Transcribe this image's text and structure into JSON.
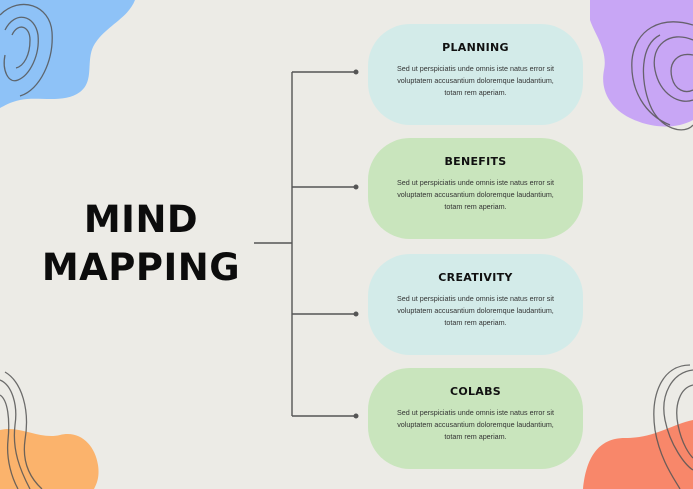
{
  "diagram": {
    "title_line1": "MIND",
    "title_line2": "MAPPING",
    "nodes": [
      {
        "title": "PLANNING",
        "text": "Sed ut perspiciatis unde omnis iste natus error sit voluptatem accusantium doloremque laudantium, totam rem aperiam.",
        "color": "#d3ebe9"
      },
      {
        "title": "BENEFITS",
        "text": "Sed ut perspiciatis unde omnis iste natus error sit voluptatem accusantium doloremque laudantium, totam rem aperiam.",
        "color": "#c9e5bd"
      },
      {
        "title": "CREATIVITY",
        "text": "Sed ut perspiciatis unde omnis iste natus error sit voluptatem accusantium doloremque laudantium, totam rem aperiam.",
        "color": "#d3ebe9"
      },
      {
        "title": "COLABS",
        "text": "Sed ut perspiciatis unde omnis iste natus error sit voluptatem accusantium doloremque laudantium, totam rem aperiam.",
        "color": "#c9e5bd"
      }
    ]
  },
  "decor": {
    "blob_top_left": "#8ec2f7",
    "blob_top_right": "#c8a6f5",
    "blob_bottom_left": "#fbb36c",
    "blob_bottom_right": "#f8876a",
    "line_color": "#555555"
  }
}
